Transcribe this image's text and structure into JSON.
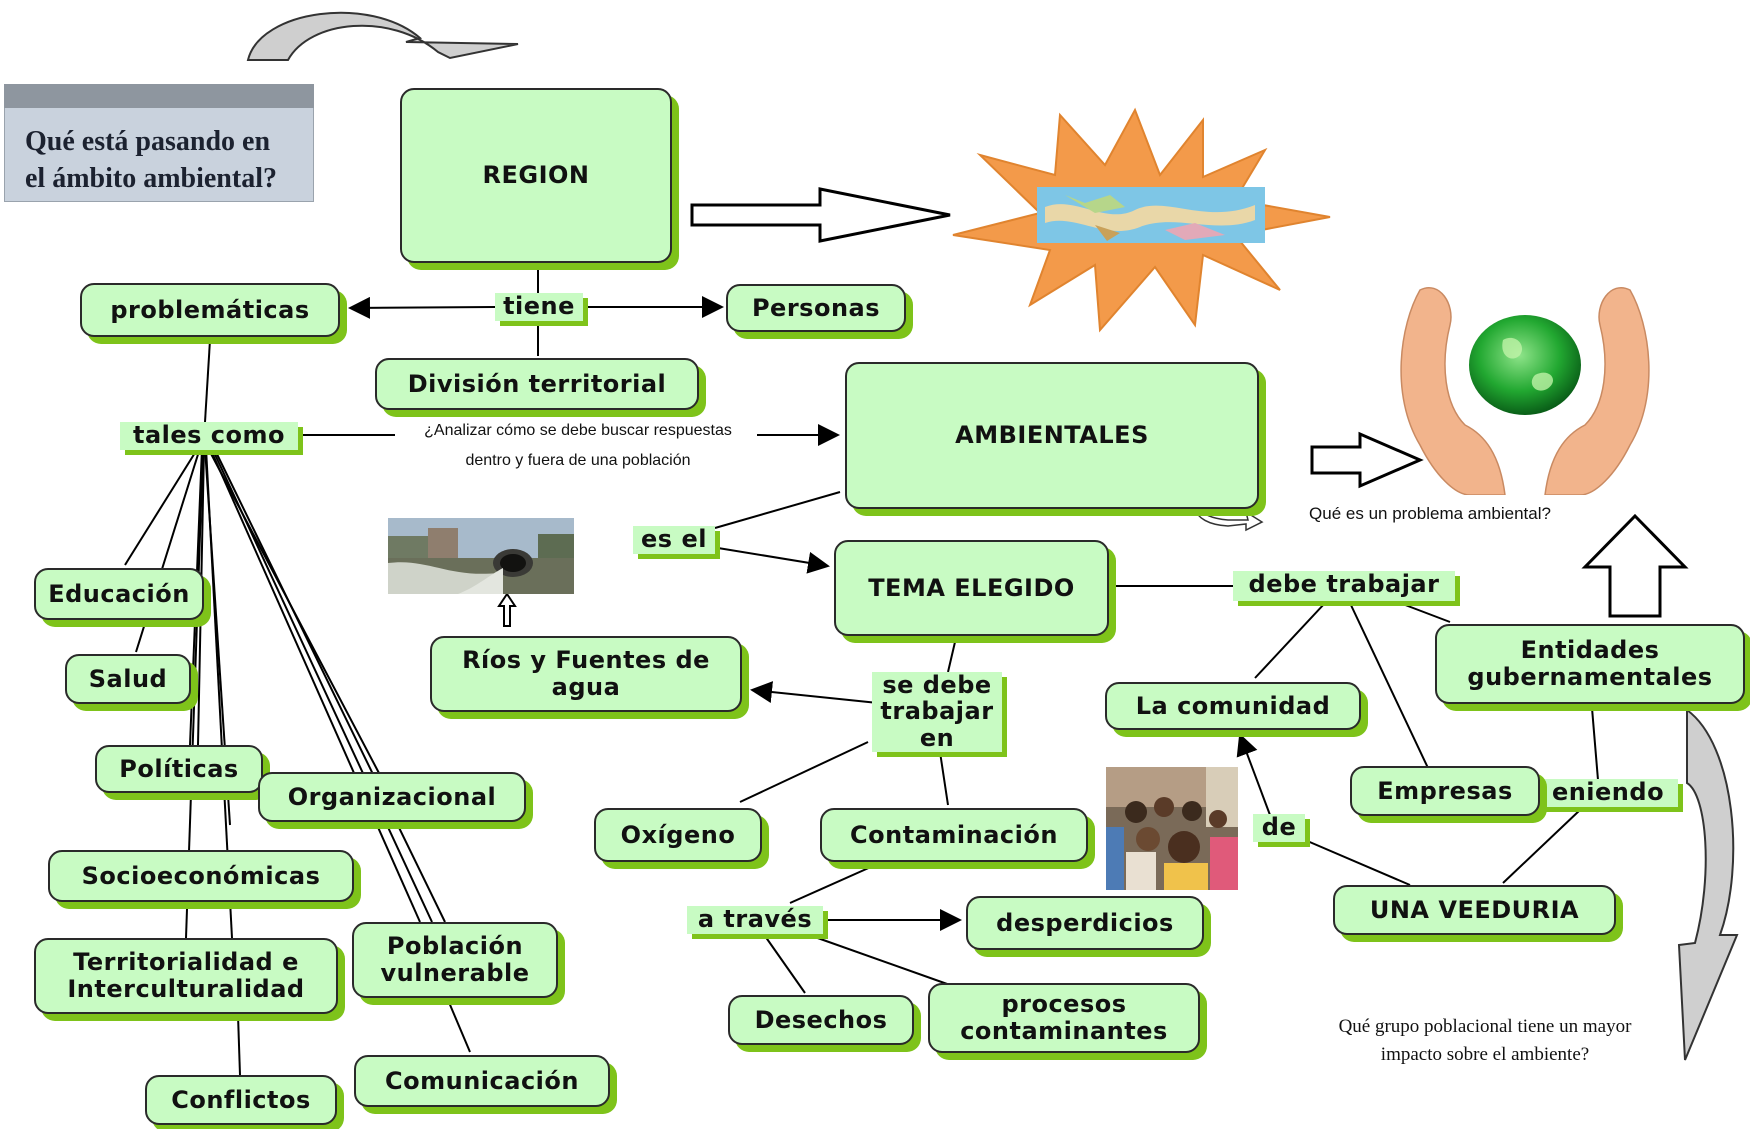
{
  "title_box": {
    "text": "Qué está pasando en\nel ámbito ambiental?"
  },
  "nodes": {
    "region": "REGION",
    "problematicas": "problemáticas",
    "tiene": "tiene",
    "personas": "Personas",
    "division": "División territorial",
    "tales_como": "tales como",
    "ambientales": "AMBIENTALES",
    "es_el": "es el",
    "tema": "TEMA ELEGIDO",
    "debe_trabajar": "debe trabajar",
    "entidades": "Entidades\ngubernamentales",
    "comunidad": "La comunidad",
    "rios": "Ríos y Fuentes de\nagua",
    "se_debe": "se debe\ntrabajar\nen",
    "educacion": "Educación",
    "salud": "Salud",
    "politicas": "Políticas",
    "organizacional": "Organizacional",
    "socioeconomicas": "Socioeconómicas",
    "territorialidad": "Territorialidad e\nInterculturalidad",
    "poblacion": "Población\nvulnerable",
    "conflictos": "Conflictos",
    "comunicacion": "Comunicación",
    "oxigeno": "Oxígeno",
    "contaminacion": "Contaminación",
    "a_traves": "a través",
    "desperdicios": "desperdicios",
    "desechos": "Desechos",
    "procesos": "procesos\ncontaminantes",
    "empresas": "Empresas",
    "teniendo": "eniendo",
    "de": "de",
    "veeduria": "UNA VEEDURIA"
  },
  "notes": {
    "analizar": "¿Analizar  cómo se debe buscar respuestas\ndentro y fuera de una población",
    "problema": "Qué es un problema ambiental?",
    "grupo": "Qué grupo poblacional tiene un mayor\nimpacto sobre el ambiente?"
  },
  "colors": {
    "node_fill": "#c8fbc3",
    "node_shadow": "#7ec31a",
    "star": "#f39a4a",
    "title_box": "#c9d2dd"
  },
  "icons": [
    "curved-arrow-icon",
    "block-arrow-icon",
    "starburst-map-icon",
    "hands-globe-icon",
    "up-arrow-icon",
    "curved-down-arrow-icon"
  ]
}
